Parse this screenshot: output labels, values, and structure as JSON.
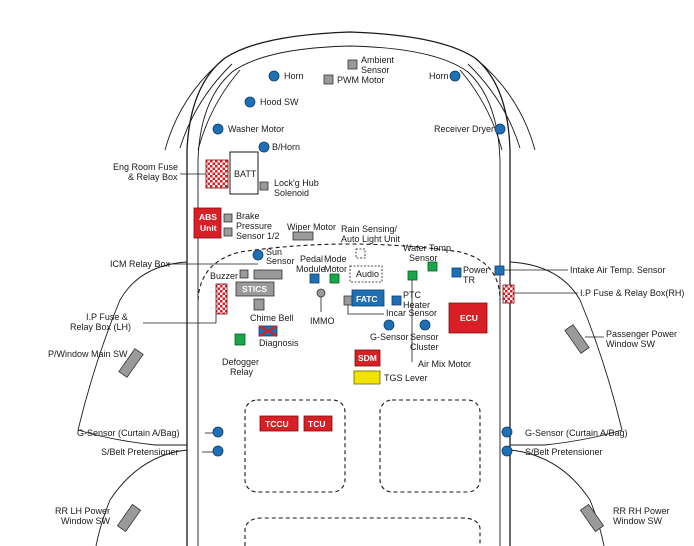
{
  "labels": {
    "horn_left": "Horn",
    "ambient_sensor_1": "Ambient",
    "ambient_sensor_2": "Sensor",
    "pwm_motor": "PWM Motor",
    "horn_right": "Horn",
    "hood_sw": "Hood SW",
    "washer_motor": "Washer Motor",
    "receiver_dryer": "Receiver Dryer",
    "b_horn": "B/Horn",
    "eng_room_fuse_1": "Eng Room Fuse",
    "eng_room_fuse_2": "& Relay Box",
    "batt": "BATT",
    "lockg_hub_1": "Lock'g Hub",
    "lockg_hub_2": "Solenoid",
    "abs_1": "ABS",
    "abs_2": "Unit",
    "brake_pressure_1": "Brake",
    "brake_pressure_2": "Pressure",
    "brake_pressure_3": "Sensor 1/2",
    "wiper_motor": "Wiper Motor",
    "rain_sensing_1": "Rain Sensing/",
    "rain_sensing_2": "Auto Light Unit",
    "icm_relay_box": "ICM Relay Box",
    "sun_sensor_1": "Sun",
    "sun_sensor_2": "Sensor",
    "pedal_module_1": "Pedal",
    "pedal_module_2": "Module",
    "mode_motor_1": "Mode",
    "mode_motor_2": "Motor",
    "audio": "Audio",
    "water_temp_1": "Water Temp.",
    "water_temp_2": "Sensor",
    "power_tr_1": "Power",
    "power_tr_2": "TR",
    "intake_air": "Intake Air Temp. Sensor",
    "buzzer": "Buzzer",
    "stics": "STICS",
    "ip_fuse_lh_1": "I.P Fuse &",
    "ip_fuse_lh_2": "Relay Box (LH)",
    "ip_fuse_rh": "I.P Fuse & Relay Box(RH)",
    "fatc": "FATC",
    "ptc_heater_1": "PTC",
    "ptc_heater_2": "Heater",
    "immo": "IMMO",
    "incar_sensor": "Incar Sensor",
    "ecu": "ECU",
    "chime_bell": "Chime Bell",
    "diagnosis": "Diagnosis",
    "g_sensor_center": "G-Sensor",
    "sensor_cluster_1": "Sensor",
    "sensor_cluster_2": "Cluster",
    "passenger_pw_1": "Passenger Power",
    "passenger_pw_2": "Window SW",
    "pw_main_sw": "P/Window Main SW",
    "defogger_1": "Defogger",
    "defogger_2": "Relay",
    "sdm": "SDM",
    "air_mix_motor": "Air Mix Motor",
    "tgs_lever": "TGS Lever",
    "tccu": "TCCU",
    "tcu": "TCU",
    "g_sensor_curtain_left": "G-Sensor (Curtain A/Bag)",
    "g_sensor_curtain_right": "G-Sensor (Curtain A/Bag)",
    "sbelt_left": "S/Belt Pretensioner",
    "sbelt_right": "S/Belt Pretensioner",
    "rr_lh_1": "RR LH Power",
    "rr_lh_2": "Window SW",
    "rr_rh_1": "RR RH Power",
    "rr_rh_2": "Window SW"
  },
  "colors": {
    "connector_dot": "#1f6fb5",
    "module_gray": "#9a9a9a",
    "module_blue": "#1f6fb5",
    "module_green": "#19a54a",
    "module_red": "#d91f26",
    "module_yellow": "#f2e200"
  }
}
